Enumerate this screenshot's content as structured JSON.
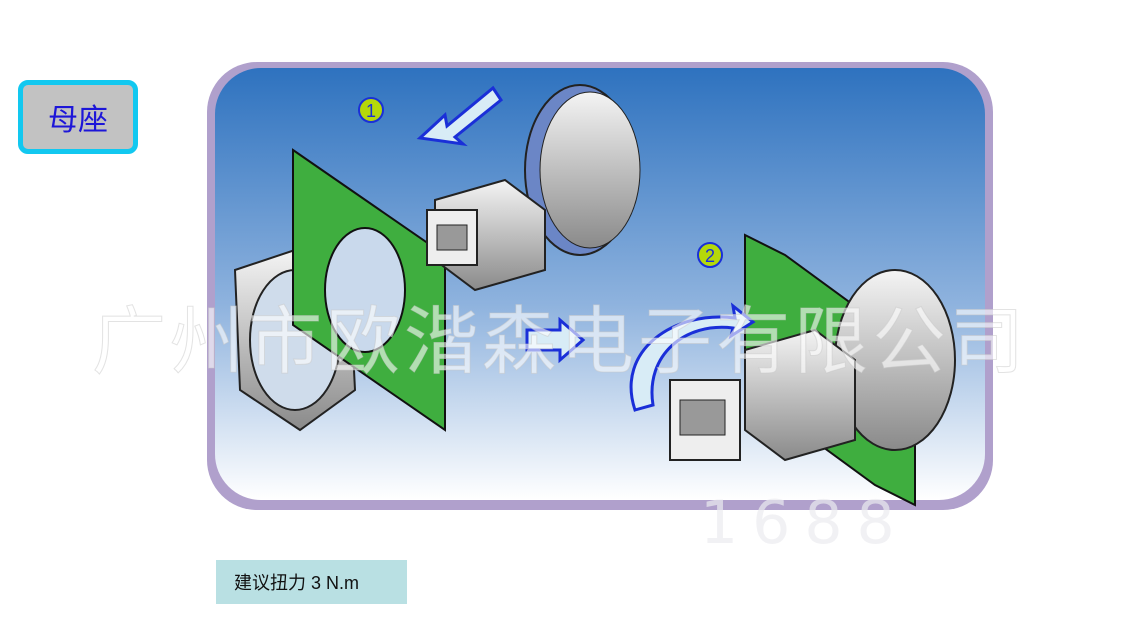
{
  "title_label": "母座",
  "torque_note": "建议扭力 3 N.m",
  "steps": [
    "1",
    "2"
  ],
  "watermark": "广州市欧湝森电子有限公司",
  "watermark_sub": "1688",
  "colors": {
    "panel_top": "#2e72bf",
    "panel_bottom": "#ffffff",
    "plate": "#3fae3f",
    "arrow": "#1a2fd8",
    "badge": "#b5d80a",
    "label_border": "#12c8f0"
  }
}
